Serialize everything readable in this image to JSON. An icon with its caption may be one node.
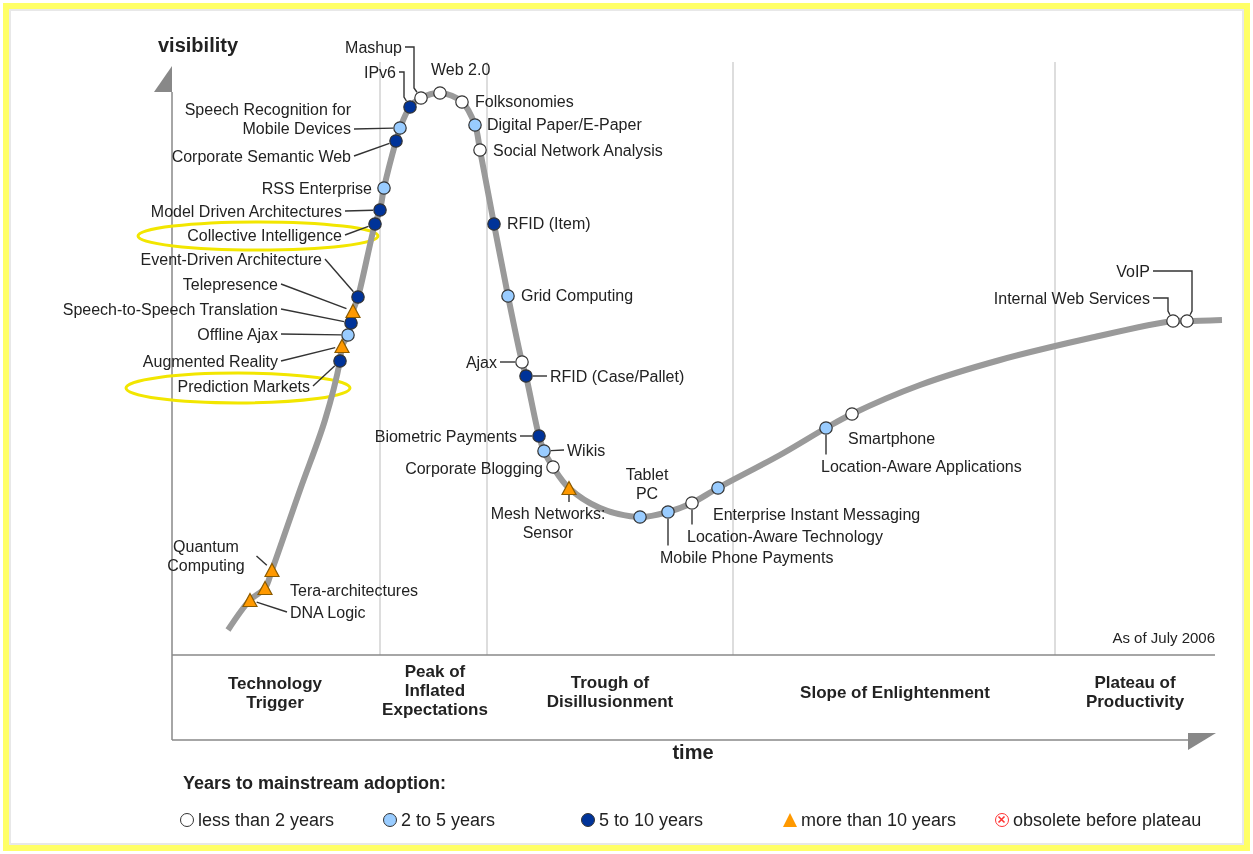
{
  "diagram": {
    "nodes": [
      {
        "text": [
          "DNA Logic"
        ]
      },
      {
        "text": [],
        "shape": "triangle"
      },
      {
        "text": [],
        "shape": "triangle",
        "beside": [
          "Tera-architectures"
        ]
      },
      {
        "text": [
          "Quantum Computing"
        ]
      },
      {
        "text": [],
        "shape": "triangle"
      },
      {
        "text": [
          "Prediction Markets"
        ]
      },
      {
        "text": [],
        "shape": "circle"
      },
      {
        "text": [
          "Augmented Reality"
        ]
      },
      {
        "text": [],
        "shape": "triangle"
      },
      {
        "text": [
          "Offline Ajax"
        ]
      },
      {
        "text": [],
        "shape": "circle"
      },
      {
        "text": [
          "Speech-to-Speech Translation"
        ]
      },
      {
        "text": [],
        "shape": "circle"
      },
      {
        "text": [
          "Telepresence"
        ]
      },
      {
        "text": [],
        "shape": "triangle"
      },
      {
        "text": [
          "Event-Driven Architecture"
        ]
      },
      {
        "text": [],
        "shape": "circle"
      },
      {
        "text": [
          "Collective Intelligence"
        ]
      },
      {
        "text": [],
        "shape": "circle"
      },
      {
        "text": [
          "Model Driven Architectures"
        ]
      },
      {
        "text": [],
        "shape": "circle"
      },
      {
        "text": [],
        "shape": "circle",
        "beside": [
          "RSS Enterprise"
        ]
      },
      {
        "text": [
          "Corporate Semantic Web"
        ]
      },
      {
        "text": [],
        "shape": "circle"
      },
      {
        "text": [
          "Speech Recognition for Mobile Devices"
        ]
      },
      {
        "text": [],
        "shape": "circle"
      },
      {
        "text": [
          "IPv6"
        ]
      },
      {
        "text": [],
        "shape": "circle"
      },
      {
        "text": [
          "Mashup"
        ]
      },
      {
        "text": [],
        "shape": "circle"
      },
      {
        "text": [],
        "shape": "circle",
        "beside": [
          "Web 2.0"
        ]
      },
      {
        "text": [],
        "shape": "circle",
        "beside": [
          "Folksonomies"
        ]
      },
      {
        "text": [],
        "shape": "circle",
        "beside": [
          "Digital Paper/E-Paper"
        ]
      },
      {
        "text": [],
        "shape": "circle",
        "beside": [
          "Social Network Analysis"
        ]
      },
      {
        "text": [],
        "shape": "circle",
        "beside": [
          "RFID (Item)"
        ]
      },
      {
        "text": [],
        "shape": "circle",
        "beside": [
          "Grid Computing"
        ]
      },
      {
        "text": [
          "Ajax"
        ]
      },
      {
        "text": [],
        "shape": "circle"
      },
      {
        "text": [
          "RFID (Case/Pallet)"
        ]
      },
      {
        "text": [],
        "shape": "circle"
      },
      {
        "text": [
          "Biometric Payments"
        ]
      },
      {
        "text": [],
        "shape": "circle"
      },
      {
        "text": [
          "Wikis"
        ]
      },
      {
        "text": [],
        "shape": "circle"
      },
      {
        "text": [],
        "shape": "circle",
        "beside": [
          "Corporate Blogging"
        ]
      },
      {
        "text": [
          "Mesh Networks: Sensor"
        ]
      },
      {
        "text": [],
        "shape": "triangle"
      },
      {
        "text": [],
        "shape": "circle",
        "beside": [
          "Tablet PC"
        ]
      },
      {
        "text": [
          "Mobile Phone Payments"
        ]
      },
      {
        "text": [],
        "shape": "circle"
      },
      {
        "text": [
          "Location-Aware Technology"
        ]
      },
      {
        "text": [],
        "shape": "circle"
      },
      {
        "text": [],
        "shape": "circle",
        "beside": [
          "Enterprise Instant Messaging"
        ]
      },
      {
        "text": [
          "Location-Aware Applications"
        ]
      },
      {
        "text": [],
        "shape": "circle"
      },
      {
        "text": [],
        "shape": "circle",
        "beside": [
          "Smartphone"
        ]
      },
      {
        "text": [
          "Internal Web Services"
        ]
      },
      {
        "text": [],
        "shape": "circle"
      },
      {
        "text": [
          "VoIP"
        ]
      },
      {
        "text": [],
        "shape": "circle"
      }
    ],
    "edges": [
      {
        "from": 0,
        "to": 1,
        "arrow": "none"
      },
      {
        "from": 3,
        "to": 4,
        "arrow": "none"
      },
      {
        "from": 5,
        "to": 6,
        "arrow": "none"
      },
      {
        "from": 7,
        "to": 8,
        "arrow": "none"
      },
      {
        "from": 9,
        "to": 10,
        "arrow": "none"
      },
      {
        "from": 11,
        "to": 12,
        "arrow": "none"
      },
      {
        "from": 13,
        "to": 14,
        "arrow": "none"
      },
      {
        "from": 15,
        "to": 16,
        "arrow": "none"
      },
      {
        "from": 17,
        "to": 18,
        "arrow": "none"
      },
      {
        "from": 19,
        "to": 20,
        "arrow": "none"
      },
      {
        "from": 22,
        "to": 23,
        "arrow": "none"
      },
      {
        "from": 24,
        "to": 25,
        "arrow": "none"
      },
      {
        "from": 26,
        "to": 27,
        "arrow": "none"
      },
      {
        "from": 28,
        "to": 29,
        "arrow": "none"
      },
      {
        "from": 36,
        "to": 37,
        "arrow": "none"
      },
      {
        "from": 38,
        "to": 39,
        "arrow": "none"
      },
      {
        "from": 40,
        "to": 41,
        "arrow": "none"
      },
      {
        "from": 42,
        "to": 43,
        "arrow": "none"
      },
      {
        "from": 45,
        "to": 46,
        "arrow": "none"
      },
      {
        "from": 48,
        "to": 49,
        "arrow": "none"
      },
      {
        "from": 50,
        "to": 51,
        "arrow": "none"
      },
      {
        "from": 53,
        "to": 54,
        "arrow": "none"
      },
      {
        "from": 56,
        "to": 57,
        "arrow": "none"
      },
      {
        "from": 58,
        "to": 59,
        "arrow": "none"
      }
    ],
    "labels": [
      "visibility",
      "As of July 2006",
      "Technology Trigger",
      "Peak of Inflated Expectations",
      "Trough of Disillusionment",
      "Slope of Enlightenment",
      "Plateau of Productivity",
      "time",
      "Years to mainstream adoption:"
    ],
    "legend": [
      {
        "text": "less than 2 years",
        "color": "#ffffff"
      },
      {
        "text": "2 to 5 years",
        "color": "#99ccff"
      },
      {
        "text": "5 to 10 years",
        "color": "#003399"
      },
      {
        "text": "more than 10 years",
        "color": "#ff9900"
      },
      {
        "text": "obsolete before plateau",
        "color": "#ff3333"
      }
    ]
  }
}
